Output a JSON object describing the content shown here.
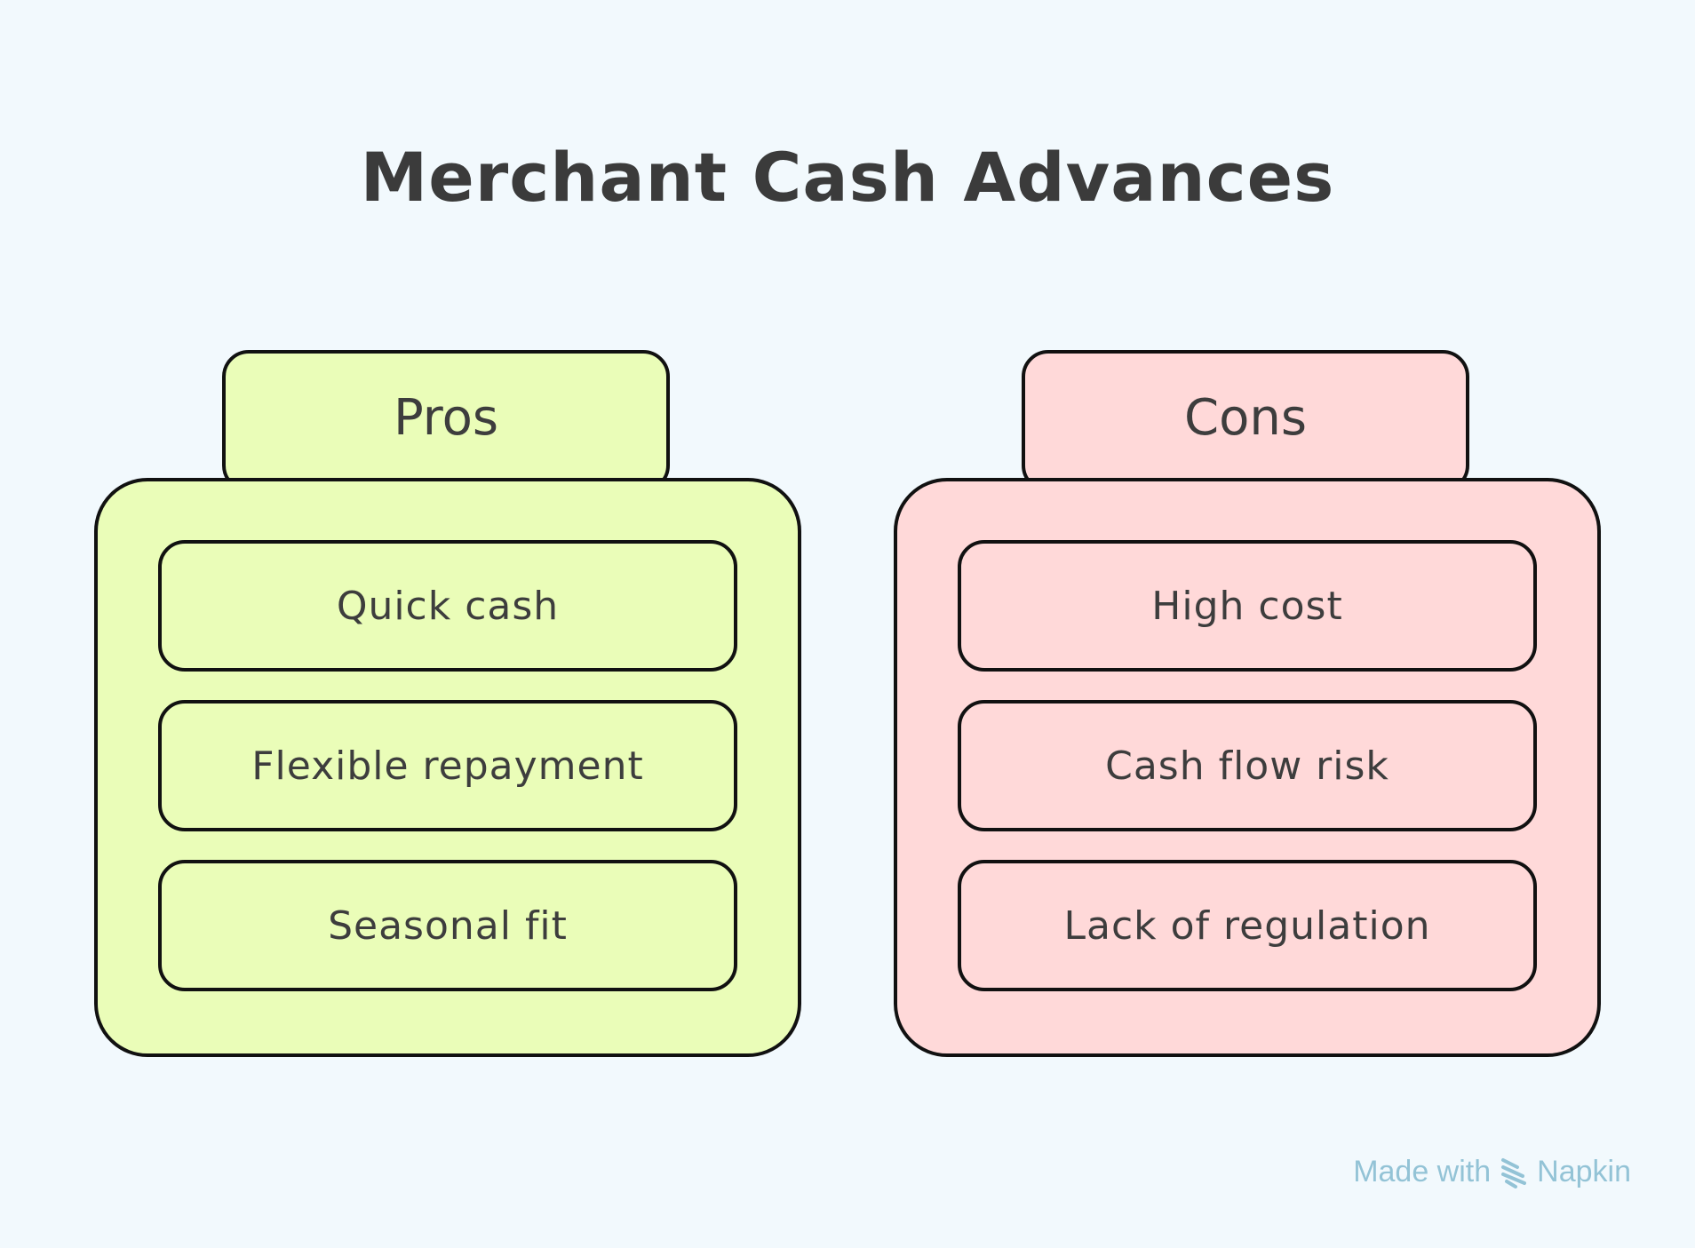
{
  "title": "Merchant Cash Advances",
  "colors": {
    "background": "#f2f9fd",
    "pros_fill": "#eafdb8",
    "cons_fill": "#ffd9d9",
    "stroke": "#111111",
    "text": "#3d3d3d",
    "footer": "#93c3d6"
  },
  "pros": {
    "label": "Pros",
    "items": [
      "Quick cash",
      "Flexible repayment",
      "Seasonal fit"
    ]
  },
  "cons": {
    "label": "Cons",
    "items": [
      "High cost",
      "Cash flow risk",
      "Lack of regulation"
    ]
  },
  "footer": {
    "made_with": "Made with",
    "brand": "Napkin",
    "icon": "napkin-logo-icon"
  }
}
